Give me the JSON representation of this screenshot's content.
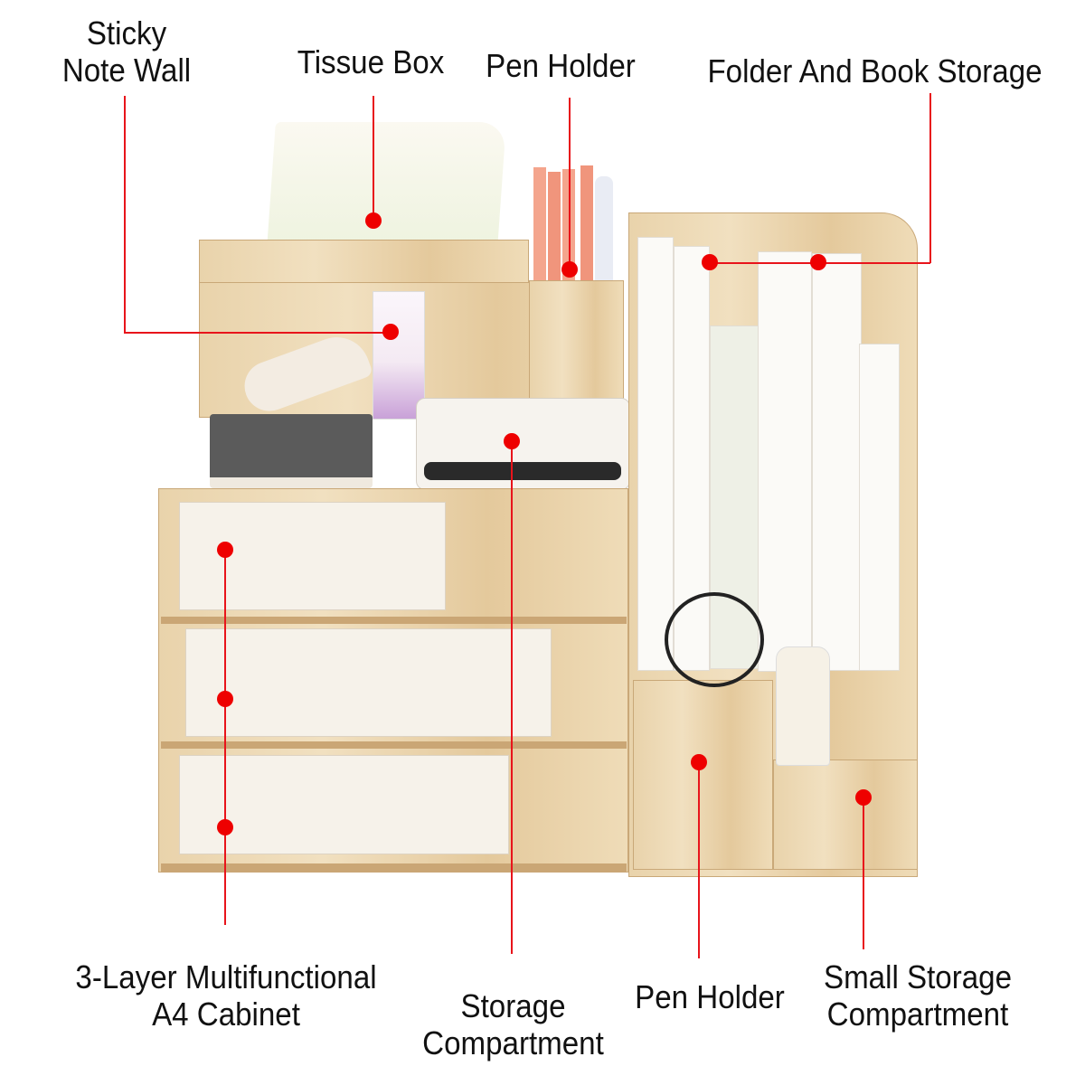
{
  "diagram": {
    "subject": "Wooden desktop organizer",
    "callout_color": "#e8141b",
    "wood_color": "#ead6b0",
    "callouts": [
      {
        "id": "sticky-note-wall",
        "label_lines": [
          "Sticky",
          "Note Wall"
        ]
      },
      {
        "id": "tissue-box",
        "label_lines": [
          "Tissue Box"
        ]
      },
      {
        "id": "pen-holder-top",
        "label_lines": [
          "Pen Holder"
        ]
      },
      {
        "id": "folder-book-storage",
        "label_lines": [
          "Folder And Book Storage"
        ]
      },
      {
        "id": "a4-cabinet",
        "label_lines": [
          "3-Layer Multifunctional",
          "A4 Cabinet"
        ]
      },
      {
        "id": "storage-compartment",
        "label_lines": [
          "Storage",
          "Compartment"
        ]
      },
      {
        "id": "pen-holder-bottom",
        "label_lines": [
          "Pen Holder"
        ]
      },
      {
        "id": "small-storage",
        "label_lines": [
          "Small Storage",
          "Compartment"
        ]
      }
    ]
  }
}
